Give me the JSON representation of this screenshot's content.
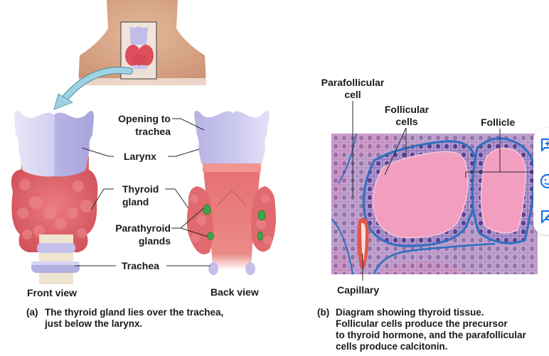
{
  "figure": {
    "panel_a": {
      "labels": {
        "opening_to_trachea_line1": "Opening to",
        "opening_to_trachea_line2": "trachea",
        "larynx": "Larynx",
        "thyroid_gland_line1": "Thyroid",
        "thyroid_gland_line2": "gland",
        "parathyroid_glands_line1": "Parathyroid",
        "parathyroid_glands_line2": "glands",
        "trachea": "Trachea",
        "front_view": "Front view",
        "back_view": "Back view"
      },
      "caption_tag": "(a)",
      "caption_line1": "The thyroid gland lies over the trachea,",
      "caption_line2": "just below the larynx."
    },
    "panel_b": {
      "labels": {
        "parafollicular_cell_line1": "Parafollicular",
        "parafollicular_cell_line2": "cell",
        "follicular_cells_line1": "Follicular",
        "follicular_cells_line2": "cells",
        "follicle": "Follicle",
        "capillary": "Capillary"
      },
      "caption_tag": "(b)",
      "caption_line1": "Diagram showing thyroid tissue.",
      "caption_line2": "Follicular cells produce the precursor",
      "caption_line3": "to thyroid hormone, and the parafollicular",
      "caption_line4": "cells produce calcitonin."
    },
    "colors": {
      "cartilage": "#b9b6e6",
      "thyroid": "#e0656a",
      "parathyroid": "#3aa845",
      "skin": "#d9a682",
      "colloid": "#f2a0bf",
      "membrane_blue": "#2f6fc0",
      "arrow": "#8cc9dc"
    }
  },
  "side_toolbar": {
    "buttons": [
      {
        "icon": "comment-add-icon"
      },
      {
        "icon": "emoji-icon"
      },
      {
        "icon": "feedback-edit-icon"
      }
    ]
  }
}
